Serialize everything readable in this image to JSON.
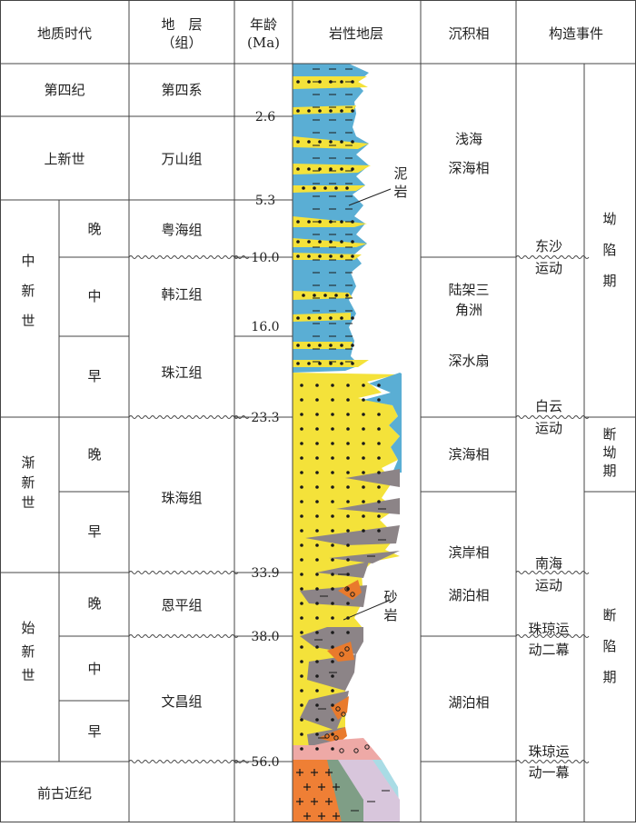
{
  "header": {
    "era": "地质时代",
    "strata_line1": "地　层",
    "strata_line2": "（组）",
    "age_line1": "年龄",
    "age_line2": "(Ma)",
    "lithology": "岩性地层",
    "facies": "沉积相",
    "tectonic": "构造事件"
  },
  "periods": {
    "quaternary": "第四纪",
    "pliocene": "上新世",
    "miocene_chars": [
      "中",
      "新",
      "世"
    ],
    "oligocene_chars": [
      "渐",
      "新",
      "世"
    ],
    "eocene_chars": [
      "始",
      "新",
      "世"
    ],
    "pre_paleogene": "前古近纪"
  },
  "subdivisions": {
    "late": "晚",
    "middle": "中",
    "early": "早"
  },
  "formations": {
    "quaternary": "第四系",
    "wanshan": "万山组",
    "yuehai": "粤海组",
    "hanjiang": "韩江组",
    "zhujiang": "珠江组",
    "zhuhai": "珠海组",
    "enping": "恩平组",
    "wenchang": "文昌组"
  },
  "ages": [
    "2.6",
    "5.3",
    "10.0",
    "16.0",
    "23.3",
    "33.9",
    "38.0",
    "56.0"
  ],
  "lith_labels": {
    "mudstone": [
      "泥",
      "岩"
    ],
    "sandstone": [
      "砂",
      "岩"
    ]
  },
  "facies": {
    "shallow_line1": "浅海",
    "shallow_line2": "深海相",
    "delta_line1": "陆架三",
    "delta_line2": "角洲",
    "fan": "深水扇",
    "littoral": "滨海相",
    "coastal": "滨岸相",
    "lacustrine": "湖泊相",
    "lacustrine2": "湖泊相"
  },
  "events": {
    "dongsha_1": "东沙",
    "dongsha_2": "运动",
    "baiyun_1": "白云",
    "baiyun_2": "运动",
    "nanhai_1": "南海",
    "nanhai_2": "运动",
    "zq2_1": "珠琼运",
    "zq2_2": "动二幕",
    "zq1_1": "珠琼运",
    "zq1_2": "动一幕"
  },
  "stages": {
    "depression": [
      "坳",
      "陷",
      "期"
    ],
    "fault_depression": [
      "断",
      "坳",
      "期"
    ],
    "rift": [
      "断",
      "陷",
      "期"
    ]
  },
  "colors": {
    "mudstone": "#5aaed4",
    "sandstone": "#f4e23a",
    "grey_mud": "#8c8487",
    "conglomerate": "#e97a2c",
    "pink": "#eea9a6",
    "granite": "#ef7f35",
    "green": "#7f9e86",
    "lavender": "#d8c6dc",
    "cyan": "#a9dce5"
  }
}
